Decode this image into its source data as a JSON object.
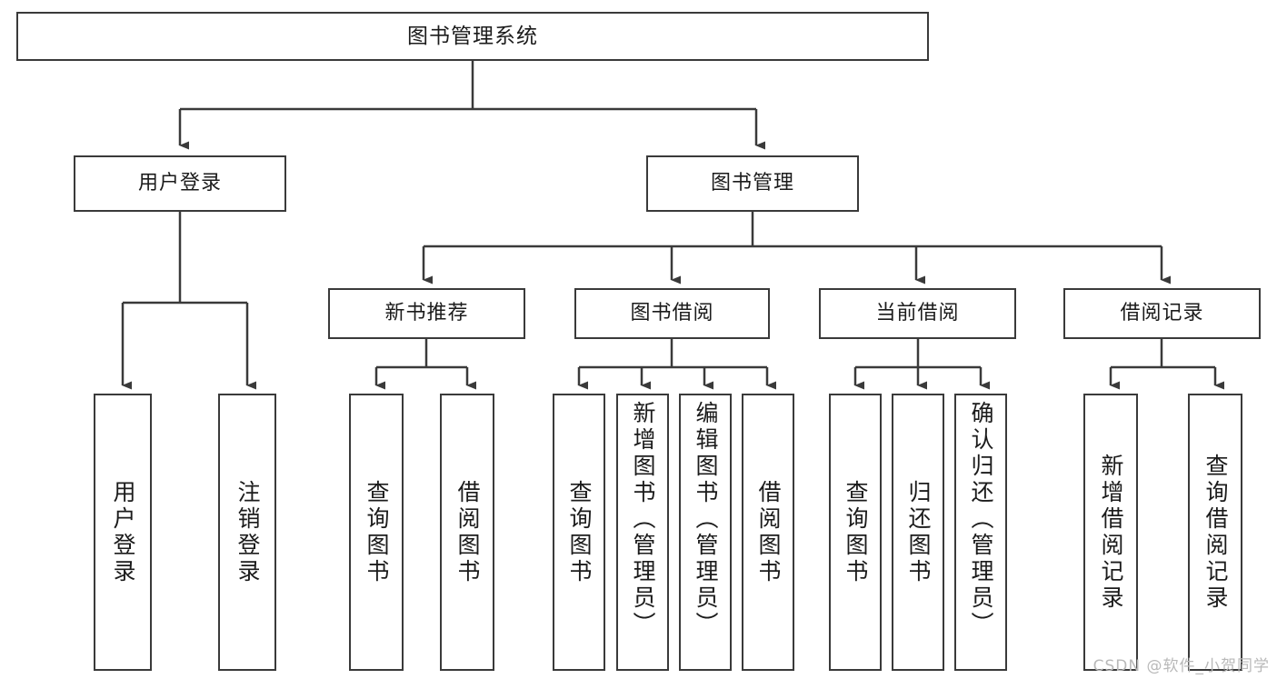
{
  "diagram": {
    "type": "tree-hierarchy-chart",
    "title": "图书管理系统",
    "colors": {
      "stroke": "#3a3a3a",
      "text": "#1b1b1b",
      "background": "#ffffff",
      "watermark": "#b9b9b9"
    },
    "root": {
      "label": "图书管理系统"
    },
    "level2": [
      {
        "label": "用户登录"
      },
      {
        "label": "图书管理"
      }
    ],
    "level3": [
      {
        "label": "新书推荐"
      },
      {
        "label": "图书借阅"
      },
      {
        "label": "当前借阅"
      },
      {
        "label": "借阅记录"
      }
    ],
    "leaves": {
      "user_login": [
        {
          "label": "用户登录"
        },
        {
          "label": "注销登录"
        }
      ],
      "new_book_recommend": [
        {
          "label": "查询图书"
        },
        {
          "label": "借阅图书"
        }
      ],
      "book_borrow": [
        {
          "label": "查询图书"
        },
        {
          "label": "新增图书（管理员）"
        },
        {
          "label": "编辑图书（管理员）"
        },
        {
          "label": "借阅图书"
        }
      ],
      "current_borrow": [
        {
          "label": "查询图书"
        },
        {
          "label": "归还图书"
        },
        {
          "label": "确认归还（管理员）"
        }
      ],
      "borrow_record": [
        {
          "label": "新增借阅记录"
        },
        {
          "label": "查询借阅记录"
        }
      ]
    }
  },
  "watermark": {
    "text": "CSDN @软件_小贺同学"
  }
}
